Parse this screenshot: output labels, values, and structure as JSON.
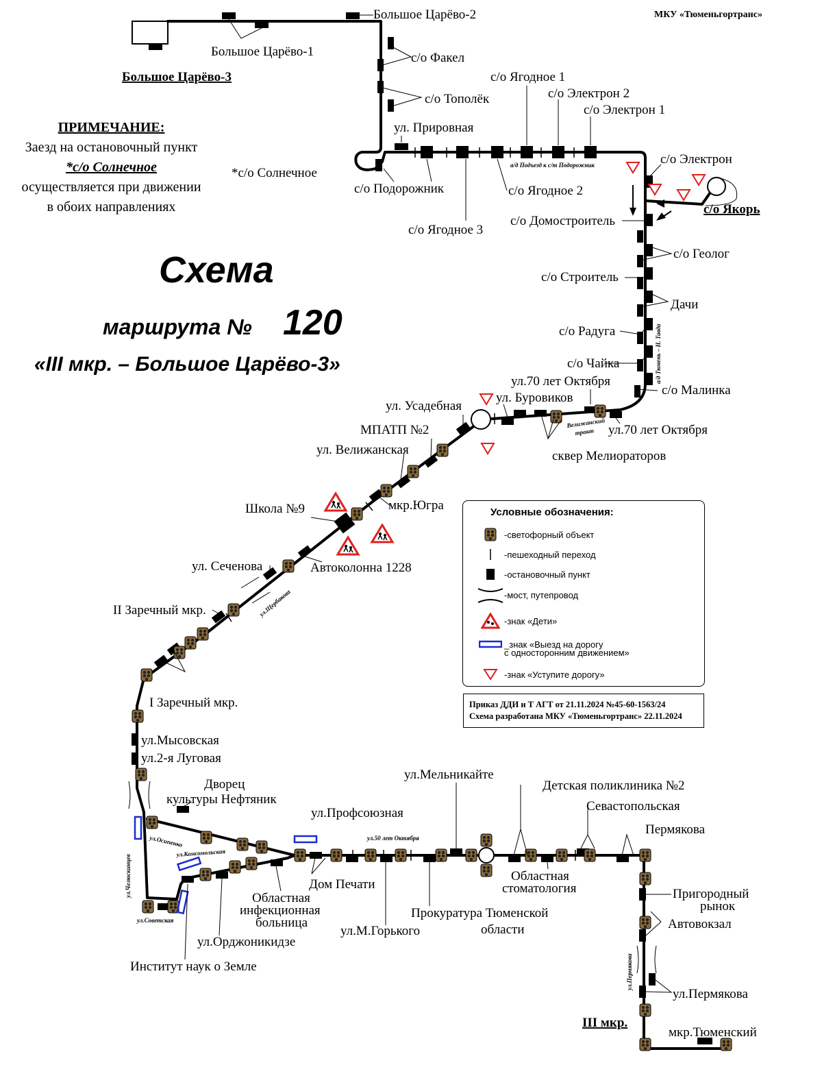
{
  "organization": "МКУ «Тюменьгортранс»",
  "title": {
    "line1": "Схема",
    "line2_prefix": "маршрута №",
    "line2_number": "120",
    "line3": "«III мкр. – Большое Царёво-3»"
  },
  "note": {
    "heading": "ПРИМЕЧАНИЕ:",
    "line1": "Заезд на остановочный пункт",
    "stop": "*с/о Солнечное",
    "line2": "осуществляется при движении",
    "line3": "в обоих направлениях"
  },
  "terminals": {
    "start": "III мкр.",
    "end": "Большое Царёво-3",
    "loop": "с/о Якорь"
  },
  "stops": {
    "bc2": "Большое Царёво-2",
    "bc1": "Большое Царёво-1",
    "fakel": "с/о Факел",
    "topolek": "с/о Тополёк",
    "prirovnaya": "ул. Прировная",
    "solnechnoe": "*с/о Солнечное",
    "podorozhnik": "с/о Подорожник",
    "yagodnoe3": "с/о Ягодное 3",
    "yagodnoe1": "с/о Ягодное 1",
    "yagodnoe2": "с/о Ягодное 2",
    "elektron2": "с/о Электрон 2",
    "elektron1": "с/о Электрон 1",
    "elektron": "с/о Электрон",
    "domostroitel": "с/о Домостроитель",
    "geolog": "с/о Геолог",
    "stroitel": "с/о Строитель",
    "dachi": "Дачи",
    "raduga": "с/о Радуга",
    "chaika": "с/о Чайка",
    "malinka": "с/о Малинка",
    "okt70a": "ул.70 лет Октября",
    "burovikov": "ул. Буровиков",
    "okt70b": "ул.70 лет Октября",
    "skver": "сквер Мелиораторов",
    "usadebnaya": "ул. Усадебная",
    "mpatp": "МПАТП №2",
    "velizhanskaya": "ул. Велижанская",
    "yugra": "мкр.Югра",
    "school9": "Школа №9",
    "avtokolonna": "Автоколонна 1228",
    "sechenova": "ул. Сеченова",
    "zarech2": "II Заречный мкр.",
    "zarech1": "I Заречный мкр.",
    "mysovskaya": "ул.Мысовская",
    "lugovaya": "ул.2-я Луговая",
    "dvorets1": "Дворец",
    "dvorets2": "культуры Нефтяник",
    "infect1": "Областная",
    "infect2": "инфекционная",
    "infect3": "больница",
    "institut": "Институт наук о Земле",
    "ordzh": "ул.Орджоникидзе",
    "profsoyuz": "ул.Профсоюзная",
    "dompechati": "Дом Печати",
    "gorkogo": "ул.М.Горького",
    "melnikaite": "ул.Мельникайте",
    "prokuratura1": "Прокуратура Тюменской",
    "prokuratura2": "области",
    "detpolik": "Детская поликлиника №2",
    "stomat1": "Областная",
    "stomat2": "стоматология",
    "sevastop": "Севастопольская",
    "permyakova": "Пермякова",
    "prigor1": "Пригородный",
    "prigor2": "рынок",
    "avtovokzal": "Автовокзал",
    "ulpermyakova": "ул.Пермякова",
    "tyumenskiy": "мкр.Тюменский"
  },
  "streets": {
    "podezd": "а/д Подъезд к с/т Подорожник",
    "tavda": "а/д Тюмень – Н. Тавда",
    "velizhtrakt1": "Велижанский",
    "velizhtrakt2": "тракт",
    "scherbakova": "ул.Щербакова",
    "osipenko": "ул.Осипенко",
    "komsomolskaya": "ул.Комсомольская",
    "chelyuskintsev": "ул.Челюскинцев",
    "sovetskaya": "ул.Советская",
    "okt50": "ул.50 лет Октября",
    "permyakova_st": "ул.Пермякова"
  },
  "legend": {
    "title": "Условные обозначения:",
    "items": [
      {
        "icon": "traffic-light-icon",
        "label": "-светофорный объект"
      },
      {
        "icon": "crosswalk-icon",
        "label": "-пешеходный переход"
      },
      {
        "icon": "bus-stop-icon",
        "label": "-остановочный пункт"
      },
      {
        "icon": "bridge-icon",
        "label": "-мост, путепровод"
      },
      {
        "icon": "children-sign-icon",
        "label": "-знак «Дети»"
      },
      {
        "icon": "one-way-sign-icon",
        "label": "_знак «Выезд на дорогу"
      },
      {
        "icon": "",
        "label": "с односторонним движением»"
      },
      {
        "icon": "yield-sign-icon",
        "label": "-знак «Уступите дорогу»"
      }
    ]
  },
  "order": {
    "line1": "Приказ ДДИ и Т АГТ от 21.11.2024 №45-60-1563/24",
    "line2": "Схема разработана МКУ «Тюменьгортранс» 22.11.2024"
  },
  "colors": {
    "route": "#000000",
    "sign_red": "#e0201c",
    "one_way_blue": "#1a2bd0",
    "traffic_light_body": "#8a6a3a"
  }
}
